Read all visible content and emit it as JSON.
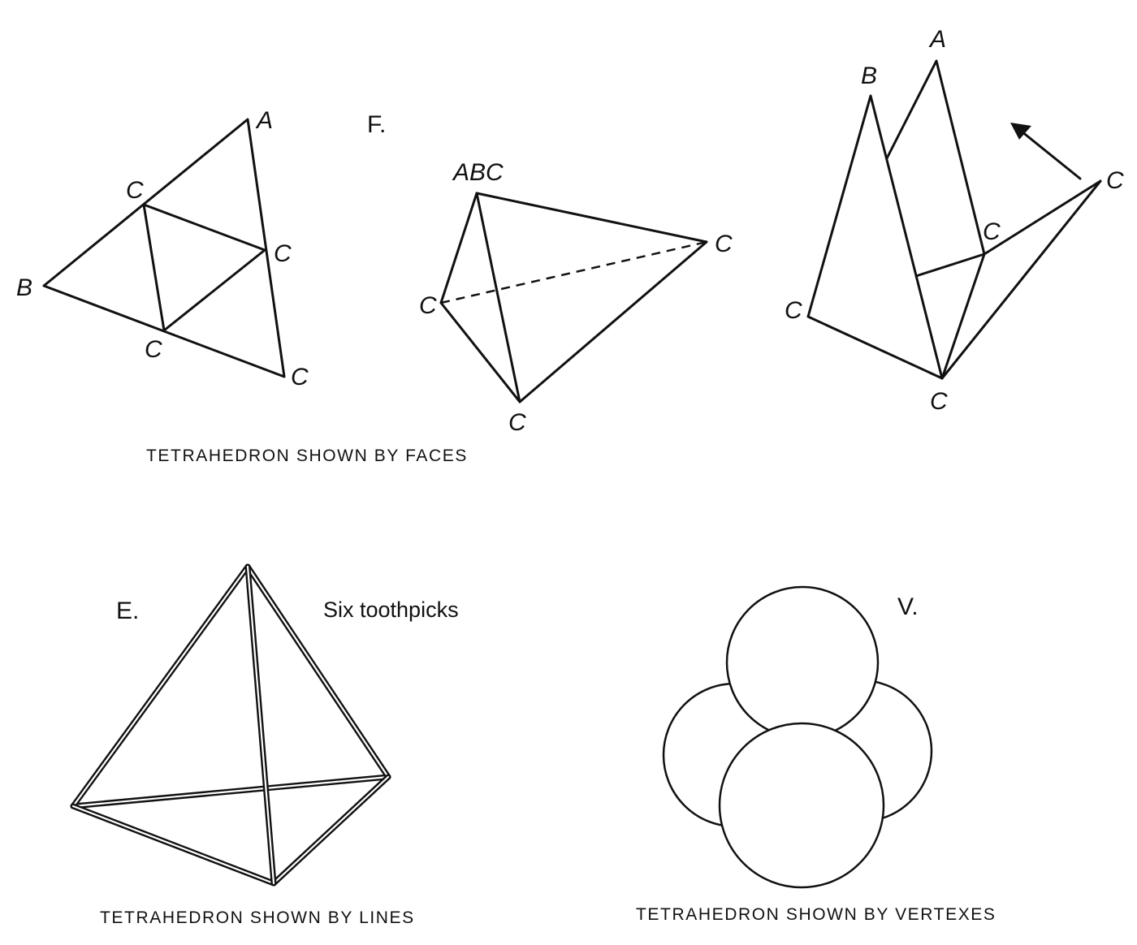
{
  "faces_section": {
    "marker": "F.",
    "caption": "TETRAHEDRON SHOWN BY FACES",
    "net": {
      "labels": {
        "a": "A",
        "b": "B",
        "c_top": "C",
        "c_right": "C",
        "c_mid": "C",
        "c_bottom": "C"
      }
    },
    "solid": {
      "labels": {
        "apex": "ABC",
        "left": "C",
        "right": "C",
        "bottom": "C"
      }
    },
    "folding": {
      "labels": {
        "a": "A",
        "b": "B",
        "c_mid": "C",
        "c_left": "C",
        "c_bottom": "C",
        "c_right": "C"
      }
    }
  },
  "lines_section": {
    "marker": "E.",
    "note": "Six toothpicks",
    "caption": "TETRAHEDRON SHOWN BY LINES"
  },
  "vertexes_section": {
    "marker": "V.",
    "caption": "TETRAHEDRON SHOWN BY VERTEXES"
  },
  "colors": {
    "ink": "#111111",
    "paper": "#ffffff"
  }
}
